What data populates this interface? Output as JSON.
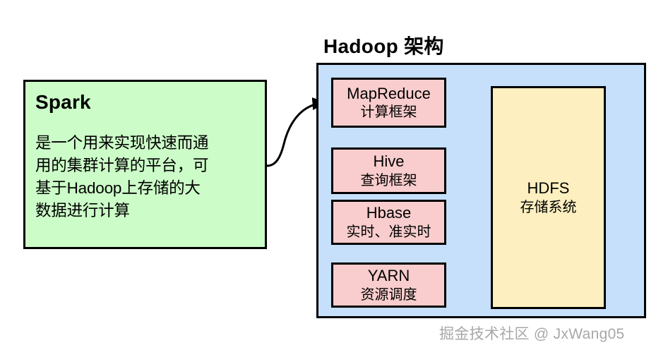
{
  "spark": {
    "title": "Spark",
    "description": "是一个用来实现快速而通\n用的集群计算的平台，可\n基于Hadoop上存储的大\n数据进行计算",
    "fill_color": "#ccfcc8"
  },
  "arrow": {
    "name": "spark-to-mapreduce-arrow",
    "from": "spark",
    "to": "mapreduce"
  },
  "hadoop": {
    "title": "Hadoop 架构",
    "fill_color": "#c6e0fb",
    "components": [
      {
        "name": "MapReduce",
        "desc": "计算框架",
        "fill_color": "#f9cdcd"
      },
      {
        "name": "Hive",
        "desc": "查询框架",
        "fill_color": "#f9cdcd"
      },
      {
        "name": "Hbase",
        "desc": "实时、准实时",
        "fill_color": "#f9cdcd"
      },
      {
        "name": "YARN",
        "desc": "资源调度",
        "fill_color": "#f9cdcd"
      }
    ],
    "storage": {
      "name": "HDFS",
      "desc": "存储系统",
      "fill_color": "#fdefc0"
    }
  },
  "watermark": {
    "text": "掘金技术社区 @ JxWang05"
  }
}
